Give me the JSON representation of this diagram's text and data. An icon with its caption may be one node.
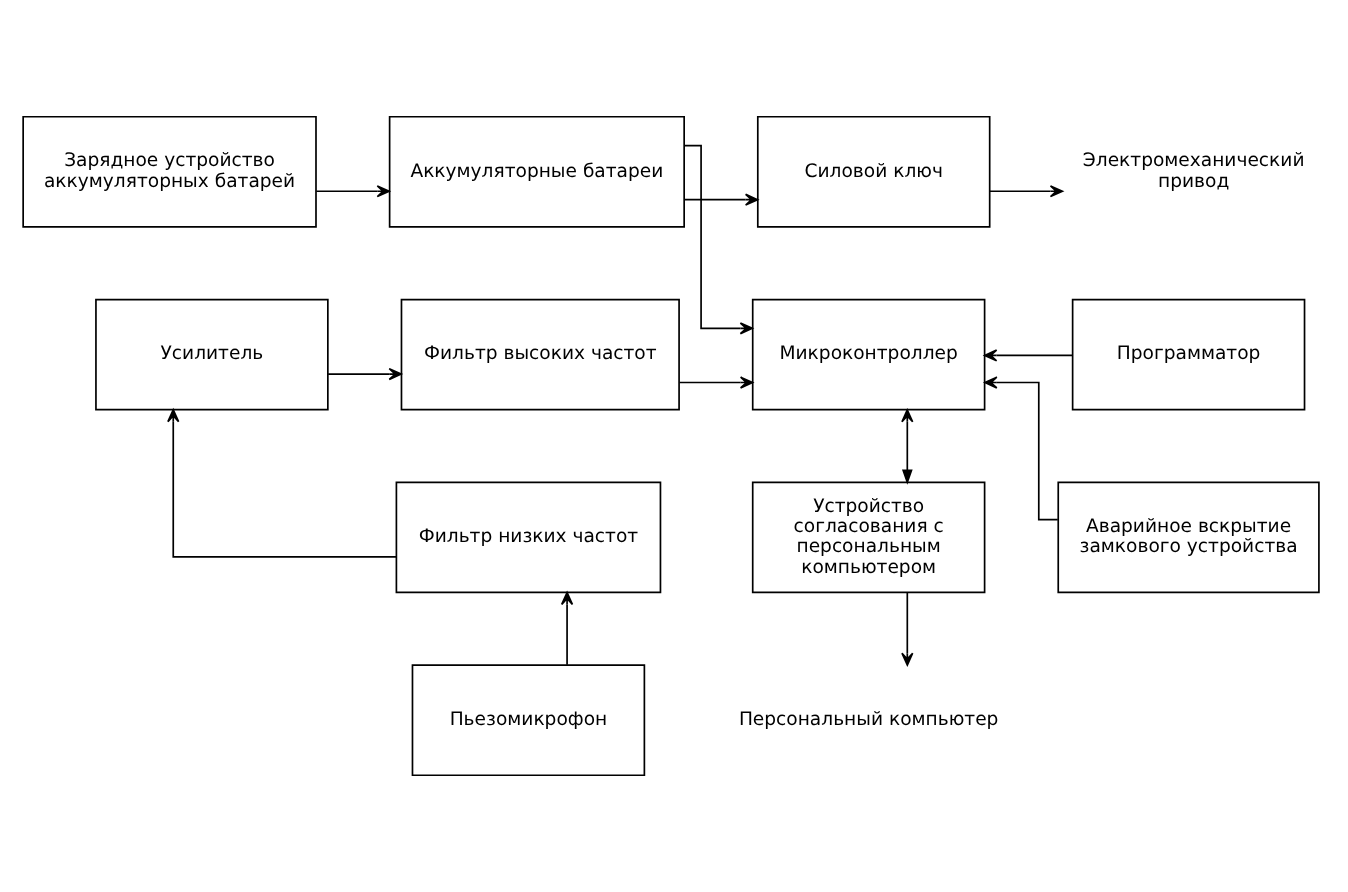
{
  "diagram": {
    "nodes": [
      {
        "text": [
          "Зарядное устройство аккумуляторных батарей"
        ]
      },
      {
        "text": [
          "Аккумуляторные батареи"
        ]
      },
      {
        "text": [
          "Силовой ключ"
        ]
      },
      {
        "text": [
          "Электромеханический привод"
        ]
      },
      {
        "text": [
          "Усилитель"
        ]
      },
      {
        "text": [
          "Фильтр высоких частот"
        ]
      },
      {
        "text": [
          "Микроконтроллер"
        ]
      },
      {
        "text": [
          "Программатор"
        ]
      },
      {
        "text": [
          "Фильтр низких частот"
        ]
      },
      {
        "text": [
          "Устройство согласования с персональным компьютером"
        ]
      },
      {
        "text": [
          "Аварийное вскрытие замкового устройства"
        ]
      },
      {
        "text": [
          "Персональный компьютер"
        ]
      },
      {
        "text": [
          "Пьезомикрофон"
        ]
      }
    ],
    "edges": [
      {
        "from": 0,
        "to": 1,
        "arrow": "to"
      },
      {
        "from": 1,
        "to": 2,
        "arrow": "to"
      },
      {
        "from": 2,
        "to": 3,
        "arrow": "to"
      },
      {
        "from": 1,
        "to": 6,
        "arrow": "to"
      },
      {
        "from": 4,
        "to": 5,
        "arrow": "to"
      },
      {
        "from": 5,
        "to": 6,
        "arrow": "to"
      },
      {
        "from": 7,
        "to": 6,
        "arrow": "to"
      },
      {
        "from": 6,
        "to": 9,
        "arrow": "both"
      },
      {
        "from": 10,
        "to": 6,
        "arrow": "to"
      },
      {
        "from": 9,
        "to": 11,
        "arrow": "to"
      },
      {
        "from": 8,
        "to": 4,
        "arrow": "to"
      },
      {
        "from": 12,
        "to": 8,
        "arrow": "to"
      }
    ]
  }
}
